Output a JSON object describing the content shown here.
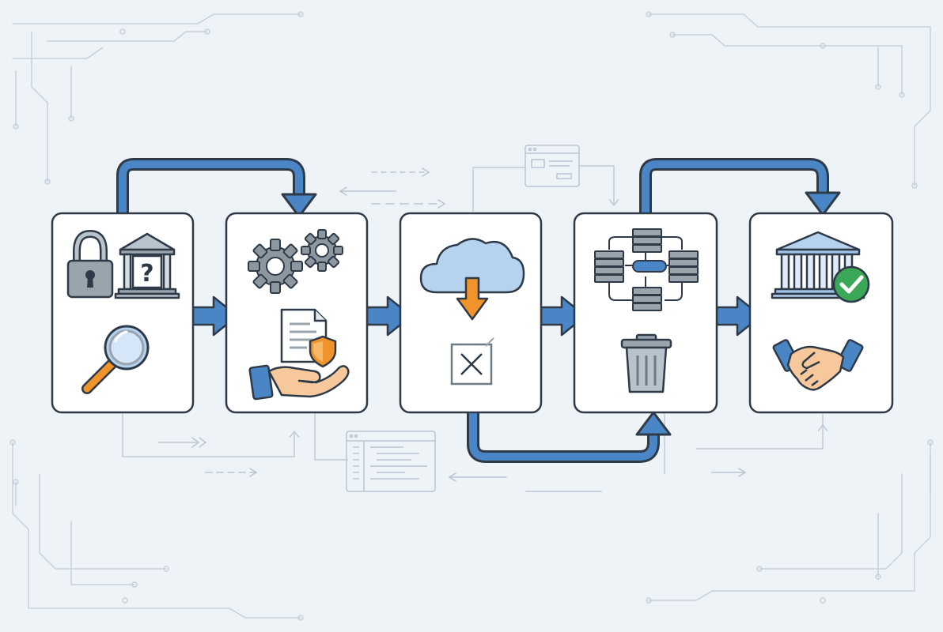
{
  "diagram": {
    "background_color": "#eef3f8",
    "accent_color": "#4a86c5",
    "card_border_color": "#2e3a48",
    "steps": [
      {
        "id": "step-1",
        "icons": [
          "lock-icon",
          "bank-question-icon",
          "magnifier-icon"
        ]
      },
      {
        "id": "step-2",
        "icons": [
          "gears-icon",
          "document-shield-icon",
          "hand-icon"
        ]
      },
      {
        "id": "step-3",
        "icons": [
          "cloud-download-icon",
          "cancel-box-icon"
        ]
      },
      {
        "id": "step-4",
        "icons": [
          "server-network-icon",
          "trash-icon"
        ]
      },
      {
        "id": "step-5",
        "icons": [
          "bank-icon",
          "checkmark-icon",
          "handshake-icon"
        ]
      }
    ],
    "connectors": [
      {
        "from": "step-1",
        "to": "step-2",
        "style": "straight"
      },
      {
        "from": "step-1",
        "to": "step-2",
        "style": "loop-over"
      },
      {
        "from": "step-2",
        "to": "step-3",
        "style": "straight"
      },
      {
        "from": "step-3",
        "to": "step-4",
        "style": "straight"
      },
      {
        "from": "step-3",
        "to": "step-4",
        "style": "loop-under"
      },
      {
        "from": "step-4",
        "to": "step-5",
        "style": "straight"
      },
      {
        "from": "step-4",
        "to": "step-5",
        "style": "loop-over"
      }
    ],
    "background_decor": [
      "circuit-lines",
      "browser-window-icon",
      "code-window-icon"
    ]
  }
}
